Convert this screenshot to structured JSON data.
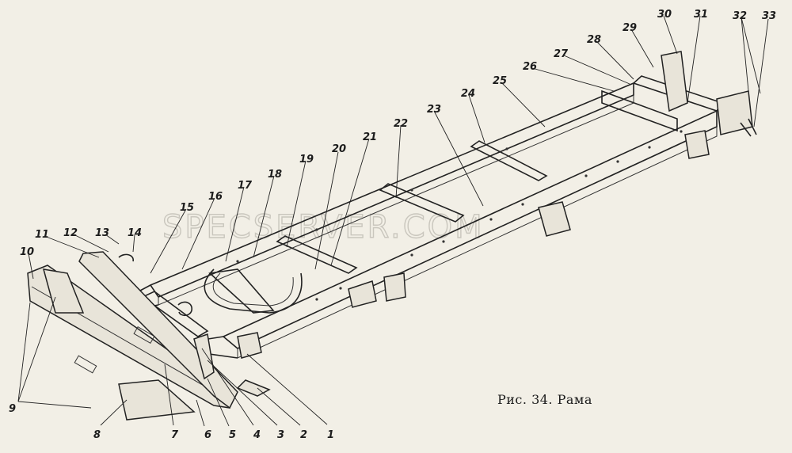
{
  "figure": {
    "caption": "Рис. 34. Рама",
    "watermark": "SPECSERVER.COM",
    "background_color": "#f2efe6",
    "ink_color": "#1c1c1c"
  },
  "callouts": [
    {
      "id": "1",
      "label": "1"
    },
    {
      "id": "2",
      "label": "2"
    },
    {
      "id": "3",
      "label": "3"
    },
    {
      "id": "4",
      "label": "4"
    },
    {
      "id": "5",
      "label": "5"
    },
    {
      "id": "6",
      "label": "6"
    },
    {
      "id": "7",
      "label": "7"
    },
    {
      "id": "8",
      "label": "8"
    },
    {
      "id": "9",
      "label": "9"
    },
    {
      "id": "10",
      "label": "10"
    },
    {
      "id": "11",
      "label": "11"
    },
    {
      "id": "12",
      "label": "12"
    },
    {
      "id": "13",
      "label": "13"
    },
    {
      "id": "14",
      "label": "14"
    },
    {
      "id": "15",
      "label": "15"
    },
    {
      "id": "16",
      "label": "16"
    },
    {
      "id": "17",
      "label": "17"
    },
    {
      "id": "18",
      "label": "18"
    },
    {
      "id": "19",
      "label": "19"
    },
    {
      "id": "20",
      "label": "20"
    },
    {
      "id": "21",
      "label": "21"
    },
    {
      "id": "22",
      "label": "22"
    },
    {
      "id": "23",
      "label": "23"
    },
    {
      "id": "24",
      "label": "24"
    },
    {
      "id": "25",
      "label": "25"
    },
    {
      "id": "26",
      "label": "26"
    },
    {
      "id": "27",
      "label": "27"
    },
    {
      "id": "28",
      "label": "28"
    },
    {
      "id": "29",
      "label": "29"
    },
    {
      "id": "30",
      "label": "30"
    },
    {
      "id": "31",
      "label": "31"
    },
    {
      "id": "32",
      "label": "32"
    },
    {
      "id": "33",
      "label": "33"
    }
  ]
}
